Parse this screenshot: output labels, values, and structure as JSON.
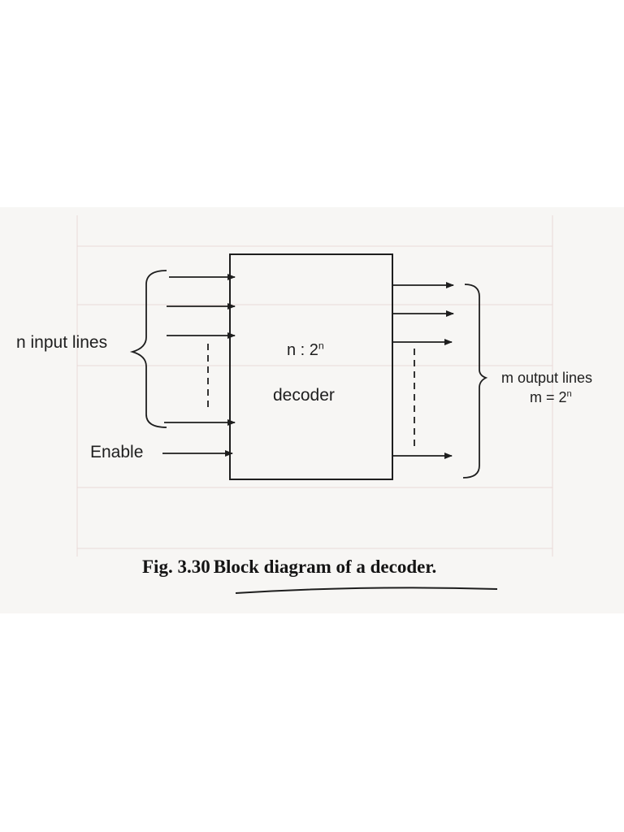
{
  "block": {
    "ratio_base": "n : 2",
    "ratio_sup": "n",
    "name": "decoder"
  },
  "inputs": {
    "label": "n input lines"
  },
  "enable": {
    "label": "Enable"
  },
  "outputs": {
    "label": "m output lines",
    "formula_base": "m = 2",
    "formula_sup": "n"
  },
  "caption": {
    "fig": "Fig. 3.30",
    "text": "Block diagram of a decoder."
  },
  "colors": {
    "ink": "#1e1e1e",
    "paper": "#f7f6f4",
    "faint": "#e8d4d2"
  }
}
